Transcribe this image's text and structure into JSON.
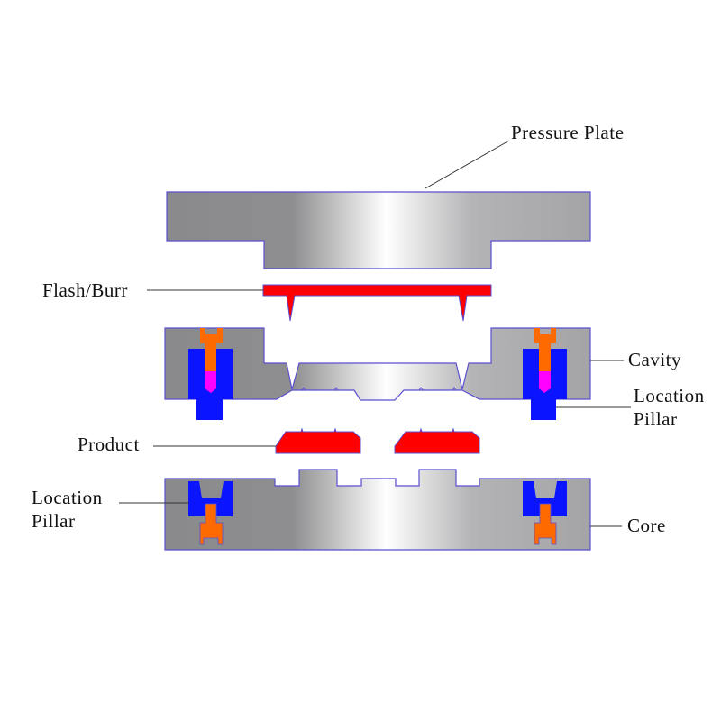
{
  "labels": {
    "pressure_plate": "Pressure Plate",
    "flash_burr": "Flash/Burr",
    "cavity": "Cavity",
    "location_pillar_right_line1": "Location",
    "location_pillar_right_line2": "Pillar",
    "product": "Product",
    "location_pillar_left_line1": "Location",
    "location_pillar_left_line2": "Pillar",
    "core": "Core"
  },
  "colors": {
    "steel_dark": "#8a8a8c",
    "steel_light": "#ffffff",
    "outline": "#5a4fd0",
    "product": "#ff0000",
    "pillar": "#0a14ff",
    "screw": "#ff6a00",
    "dowel": "#ff00ff"
  }
}
